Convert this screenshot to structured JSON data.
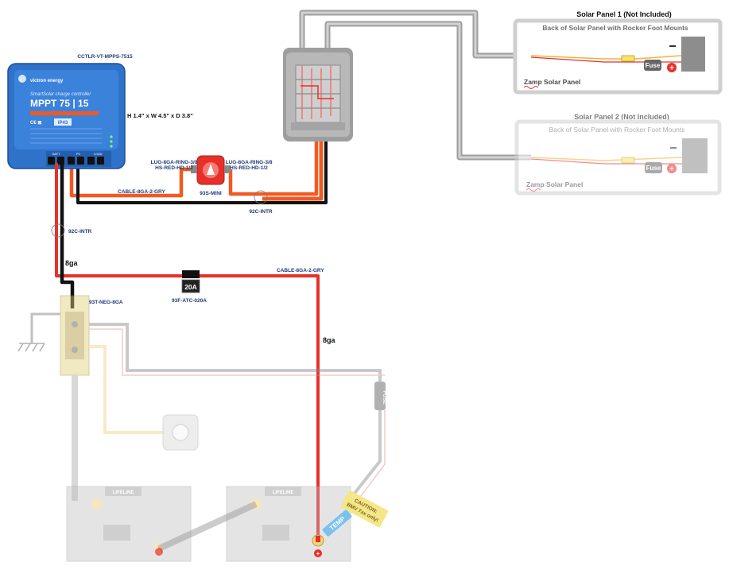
{
  "controller": {
    "part_number": "CCTLR-VT-MPPS-7515",
    "brand": "victron energy",
    "product_line": "SmartSolar charge controller",
    "model": "MPPT 75 | 15",
    "badge": "IP43",
    "dimensions": "H 1.4\" x W 4.5\" x D 3.8\"",
    "terminal_labels": [
      "BATT",
      "PV",
      "LOAD"
    ]
  },
  "labels": {
    "lug_left": [
      "LUG-8GA-RING-3/8",
      "HS-RED-HD-1/2"
    ],
    "lug_right": [
      "LUG-8GA-RING-3/8",
      "HS-RED-HD-1/2"
    ],
    "breaker": "93S-MINI",
    "cable_top": "CABLE-8GA-2-GRY",
    "interrupt_top": "92C-INTR",
    "interrupt_left": "92C-INTR",
    "gauge_left": "8ga",
    "gauge_right": "8ga",
    "cable_main": "CABLE-8GA-2-GRY",
    "fuse_rating": "20A",
    "fuse_part": "93F-ATC-020A",
    "neg_terminal": "93T-NEG-8GA"
  },
  "panels": [
    {
      "title": "Solar Panel 1 (Not Included)",
      "subtitle": "Back of Solar Panel with Rocker Foot Mounts",
      "brand": "Zamp Solar Panel",
      "fuse": "Fuse"
    },
    {
      "title": "Solar Panel 2 (Not Included)",
      "subtitle": "Back of Solar Panel with Rocker Foot Mounts",
      "brand": "Zamp Solar Panel",
      "fuse": "Fuse"
    }
  ],
  "inline_fuse": "FUSE",
  "battery_brand": "LIFELINE",
  "temp_sensor": "TEMP",
  "caution": [
    "CAUTION:",
    "BMV 7xx only!"
  ],
  "colors": {
    "positive": "#e8302a",
    "negative": "#111111",
    "cable_grey": "#b5b5b5",
    "orange": "#f05a22",
    "controller_blue": "#2f72c9",
    "label_blue": "#1f3a78"
  }
}
